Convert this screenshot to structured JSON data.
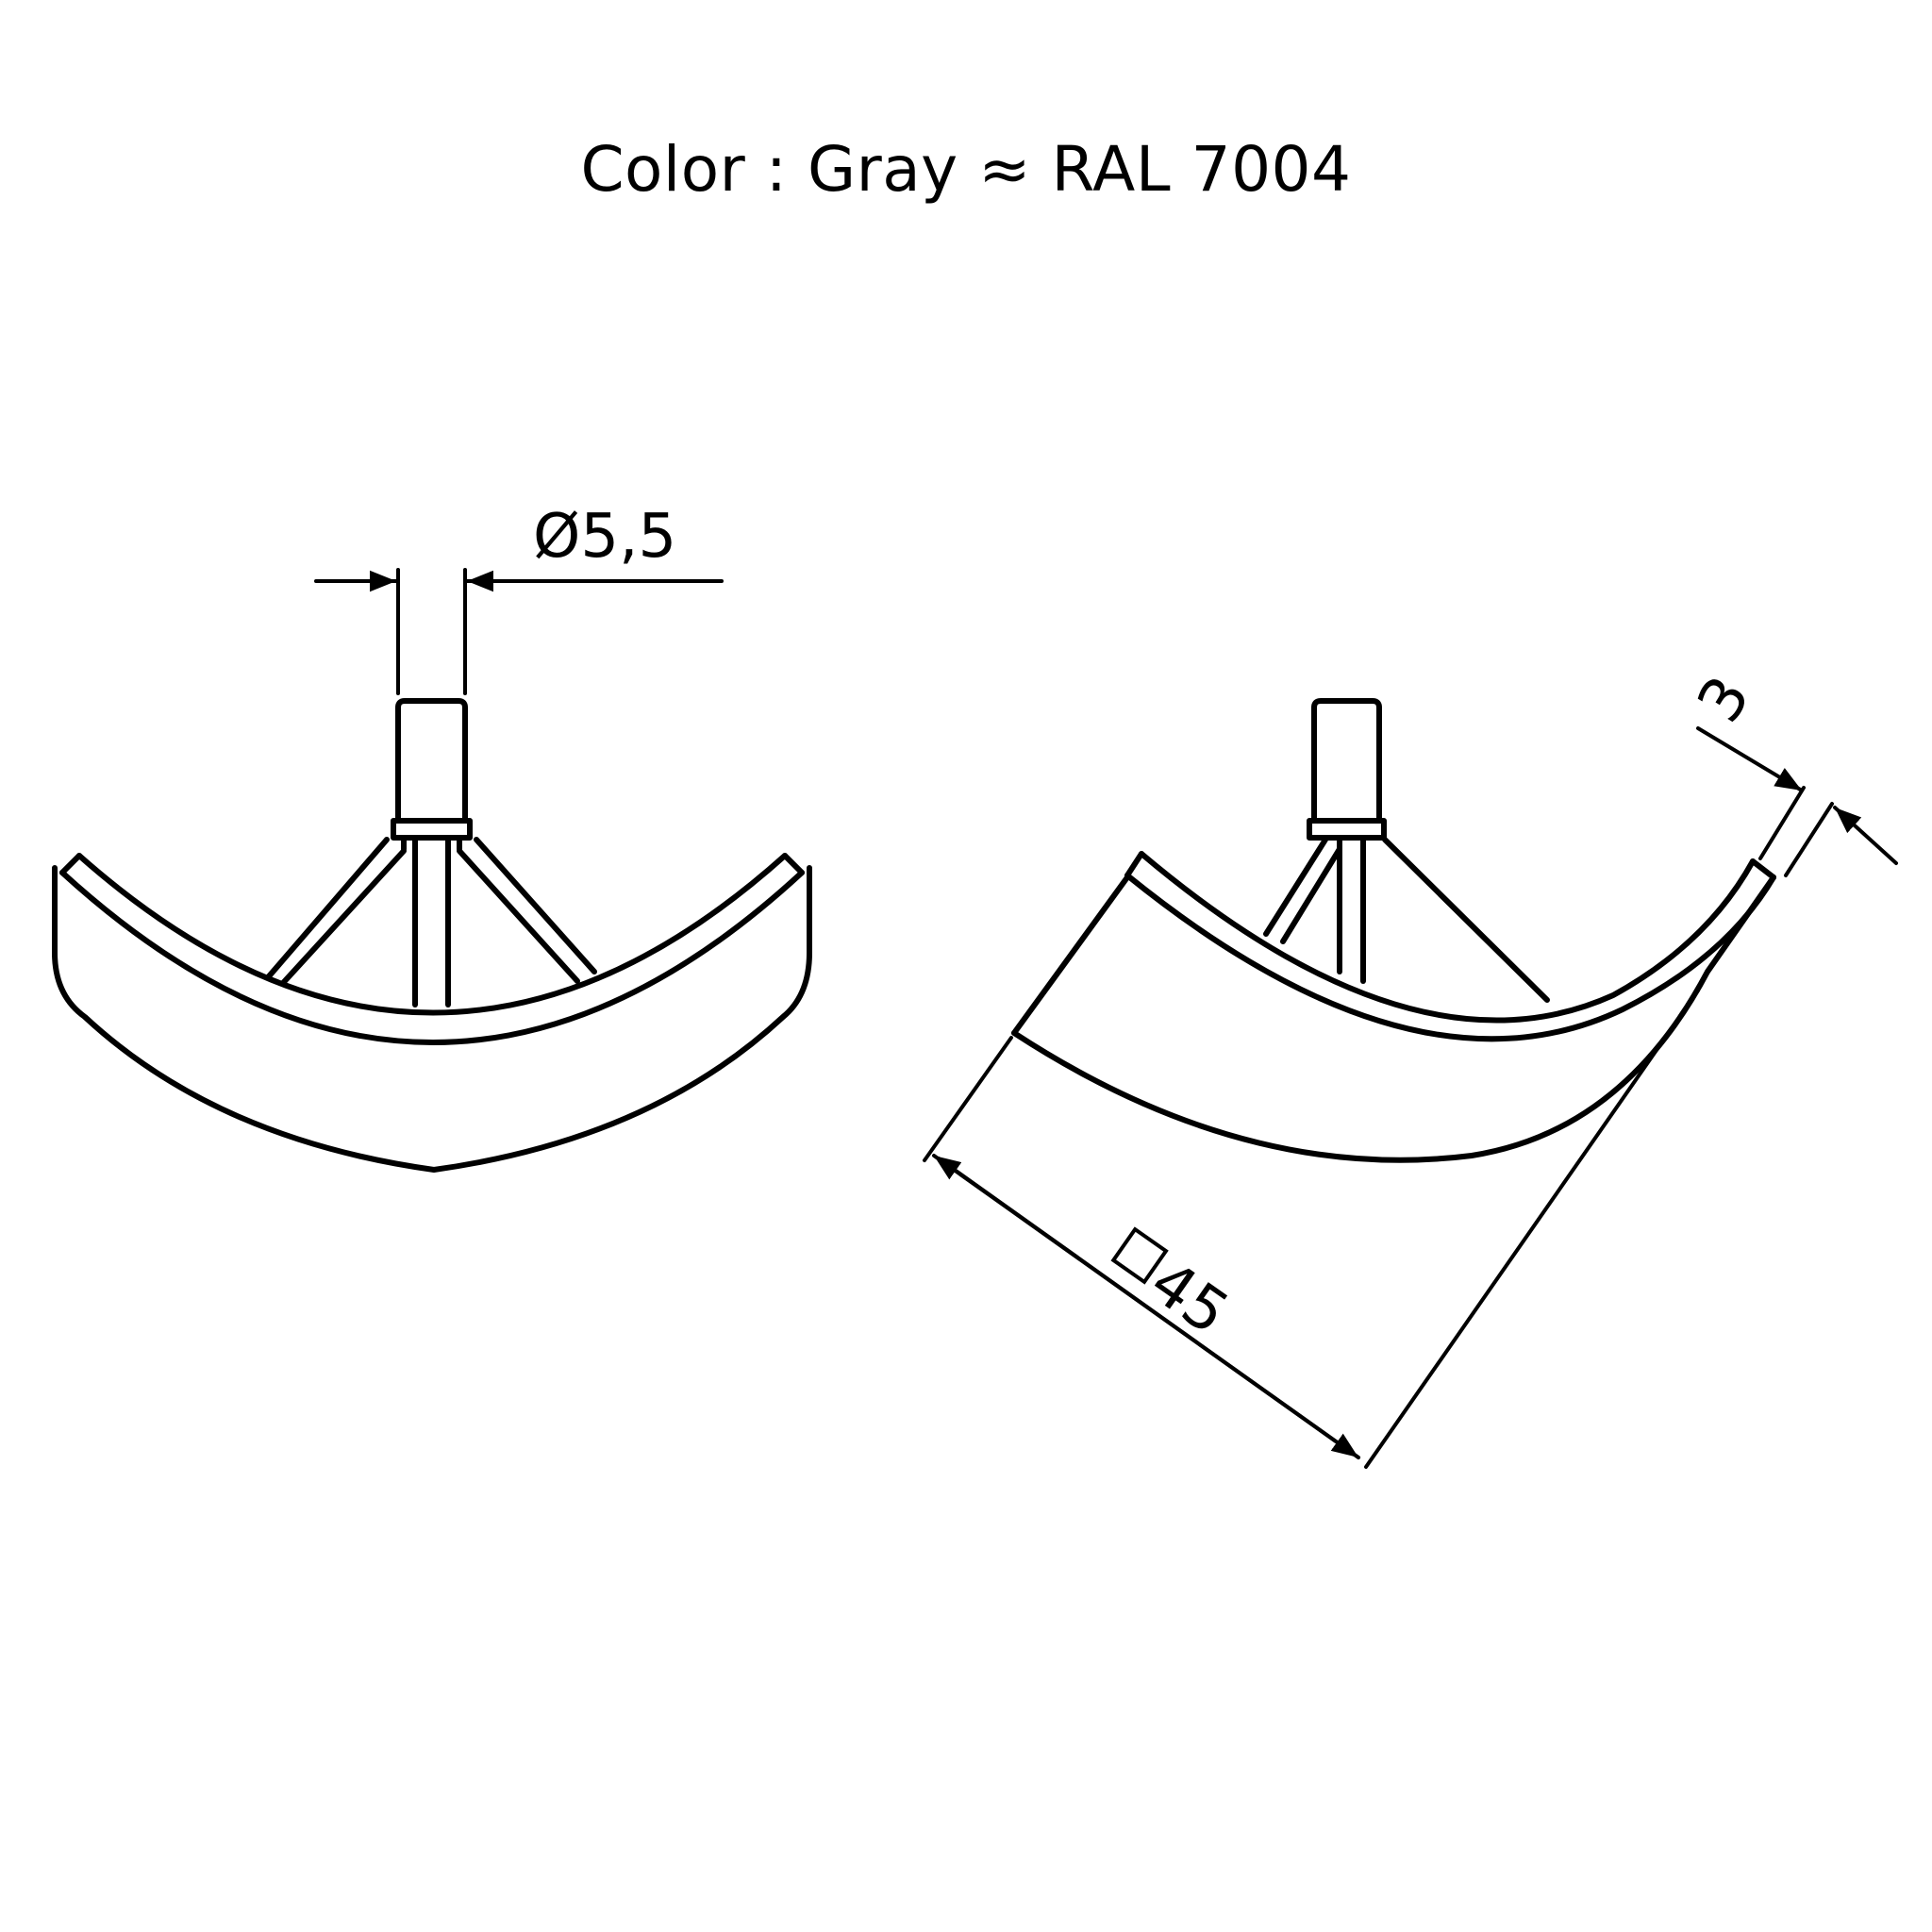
{
  "title": "Color : Gray ≈ RAL 7004",
  "dimensions": {
    "diameter": "Ø5,5",
    "thickness": "3",
    "square": "45"
  }
}
